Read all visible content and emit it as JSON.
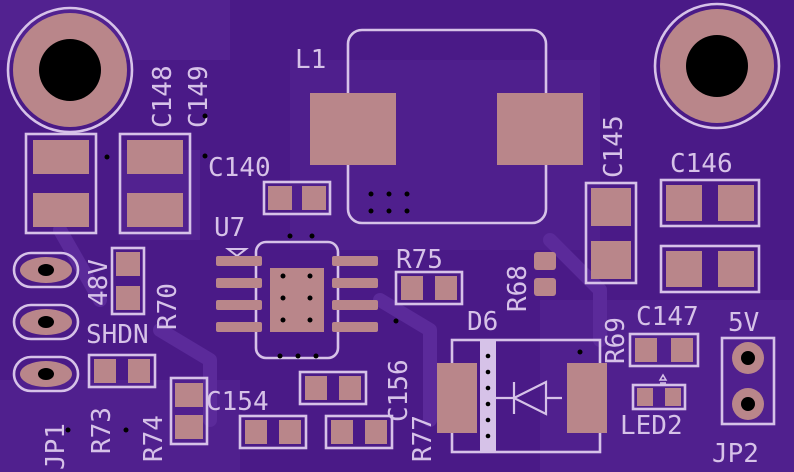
{
  "board": {
    "title": "",
    "colors": {
      "substrate": "#4a1a87",
      "copper_pour": "#5a2a99",
      "pad": "#b9868a",
      "silkscreen": "#d6c2e8",
      "drill": "#000000"
    }
  },
  "labels": {
    "l1": "L1",
    "c148": "C148",
    "c149": "C149",
    "c140": "C140",
    "c145": "C145",
    "c146": "C146",
    "u7": "U7",
    "r75": "R75",
    "r68": "R68",
    "v48": "48V",
    "r70": "R70",
    "shdn": "SHDN",
    "d6": "D6",
    "r69": "R69",
    "c147": "C147",
    "v5": "5V",
    "c156": "C156",
    "c154": "C154",
    "r73": "R73",
    "r74": "R74",
    "r77": "R77",
    "led2": "LED2",
    "jp1": "JP1",
    "jp2": "JP2"
  }
}
